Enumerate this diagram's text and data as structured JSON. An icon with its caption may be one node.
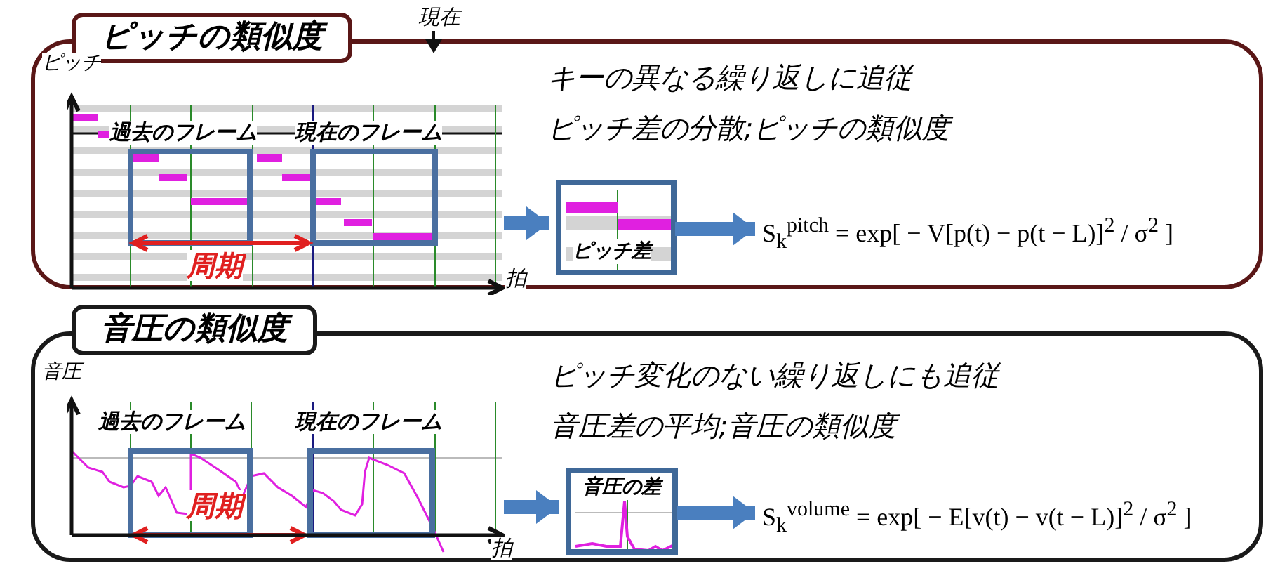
{
  "diagram": {
    "nodes": [
      {
        "text": [
          "ピッチの類似度"
        ]
      },
      {
        "text": [],
        "shape": "chart",
        "in": 0
      },
      {
        "text": [
          "ピッチ差"
        ],
        "in": 0
      },
      {
        "text": [
          "S$_{k}$$^{pitch}$ = exp[ − V[p(t) − p(t − L)]$^{2}$ / σ$^{2}$ ]"
        ],
        "in": 0
      },
      {
        "text": [
          "音圧の類似度"
        ]
      },
      {
        "text": [],
        "shape": "chart",
        "in": 4
      },
      {
        "text": [
          "音圧の差"
        ],
        "in": 4
      },
      {
        "text": [
          "S$_{k}$$^{volume}$ = exp[ − E[v(t) − v(t − L)]$^{2}$ / σ$^{2}$ ]"
        ],
        "in": 4
      }
    ],
    "edges": [
      {
        "from": 1,
        "to": 2,
        "arrow": "to"
      },
      {
        "from": 2,
        "to": 3,
        "arrow": "to"
      },
      {
        "from": 5,
        "to": 6,
        "arrow": "to"
      },
      {
        "from": 6,
        "to": 7,
        "arrow": "to"
      }
    ],
    "labels": [
      "ピッチ",
      "現在",
      "キーの異なる繰り返しに追従",
      "ピッチ差の分散;ピッチの類似度",
      "過去のフレーム",
      "現在のフレーム",
      "周期",
      "拍",
      "音圧",
      "ピッチ変化のない繰り返しにも追従",
      "音圧差の平均;音圧の類似度",
      "過去のフレーム",
      "現在のフレーム",
      "周期",
      "拍"
    ]
  }
}
